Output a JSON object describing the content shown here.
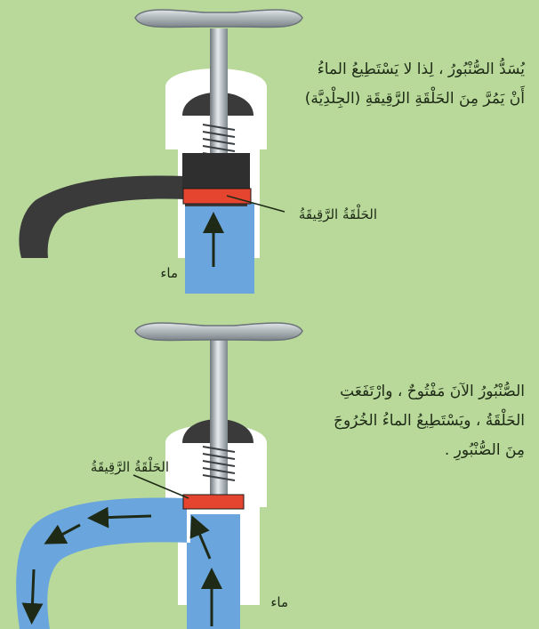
{
  "colors": {
    "background": "#b8d99a",
    "water": "#6aa6dd",
    "washer": "#e5452f",
    "body_outline": "#ffffff",
    "spout_closed": "#3a3a3a",
    "metal": "#9aa2a8"
  },
  "top_panel": {
    "caption_lines": [
      "يُسَدُّ الصُّنْبُورُ ، لِذا لا يَسْتَطِيعُ الماءُ",
      "أَنْ يَمُرَّ مِنَ الحَلْقَةِ الرَّقِيقَةِ (الجِلْدِيَّة)"
    ],
    "washer_label": "الحَلْقَةُ الرَّقِيقَةُ",
    "water_label": "ماء"
  },
  "bottom_panel": {
    "caption_lines": [
      "الصُّنْبُورُ الآنَ مَفْتُوحٌ ، وارْتَفَعَتِ",
      "الحَلْقَةُ ، ويَسْتَطِيعُ الماءُ الخُرُوجَ",
      "مِنَ الصُّنْبُورِ ."
    ],
    "washer_label": "الحَلْقَةُ الرَّقِيقَةُ",
    "water_label": "ماء"
  }
}
